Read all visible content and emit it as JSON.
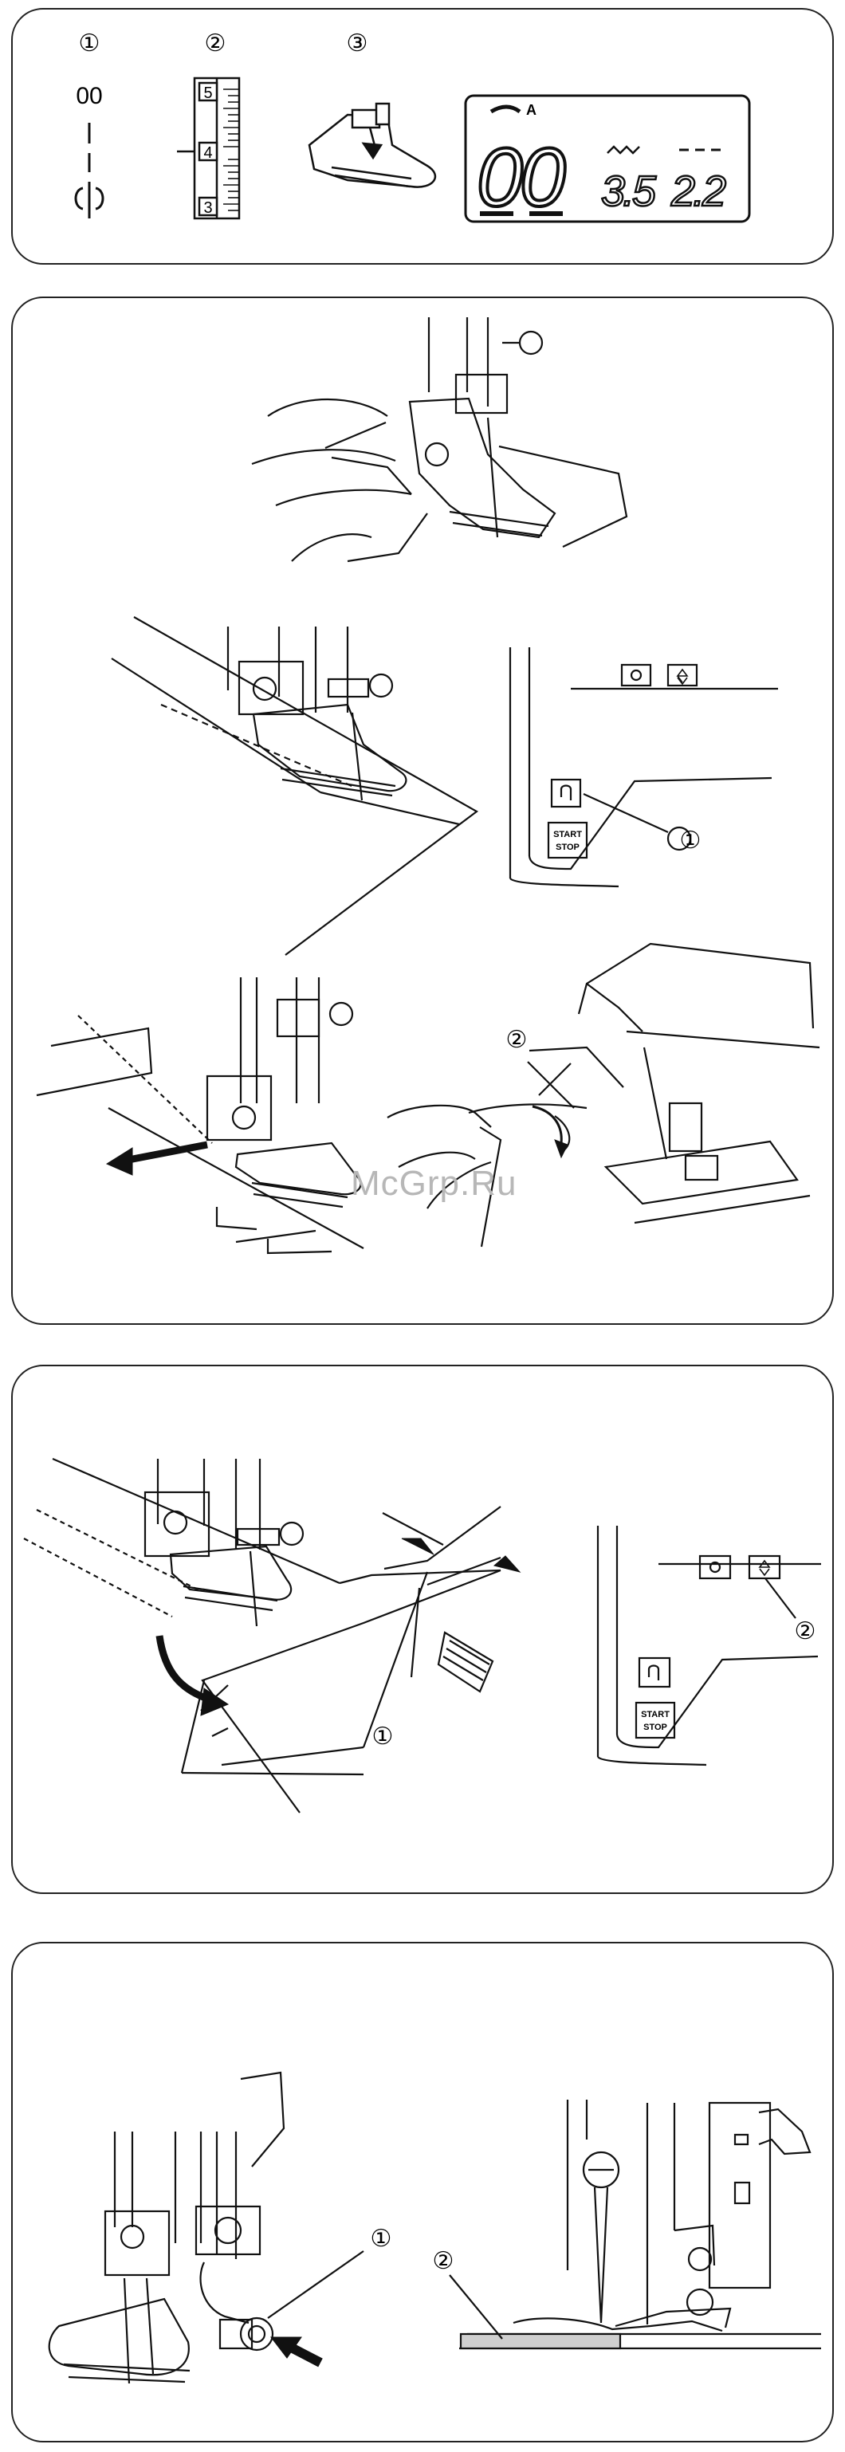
{
  "panel1": {
    "markers": [
      "①",
      "②",
      "③"
    ],
    "pattern_number": "00",
    "dial_numbers": [
      "5",
      "4",
      "3"
    ],
    "lcd": {
      "mode": "A",
      "pattern": "00",
      "width": "3.5",
      "length": "2.2"
    }
  },
  "panel2": {
    "callout_1": "①",
    "callout_2": "②",
    "start_stop_top": "START",
    "start_stop_bottom": "STOP"
  },
  "panel3": {
    "callout_1": "①",
    "callout_2": "②",
    "start_stop_top": "START",
    "start_stop_bottom": "STOP"
  },
  "panel4": {
    "callout_1": "①",
    "callout_2": "②"
  },
  "watermark": "McGrp.Ru"
}
